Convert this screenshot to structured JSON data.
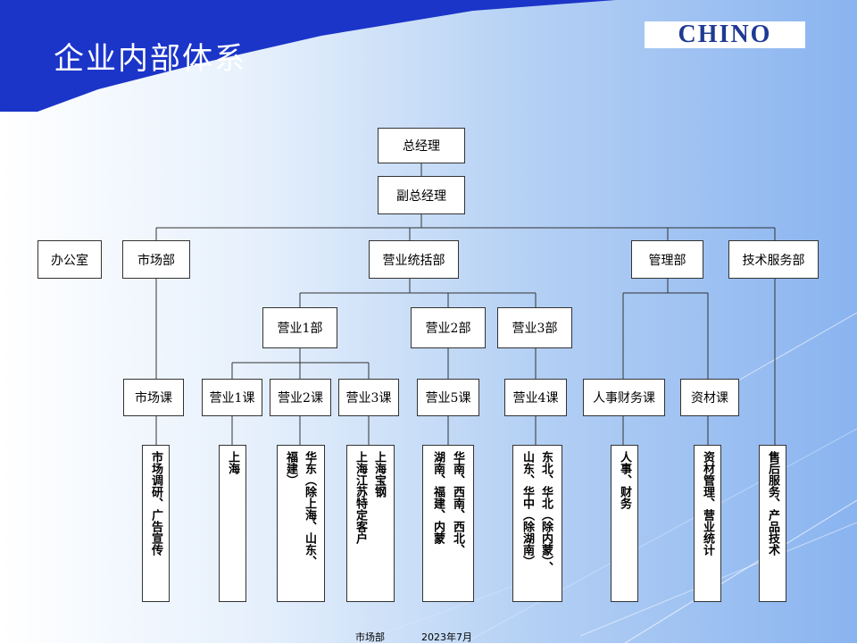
{
  "title": "企业内部体系",
  "logo": "CHINO",
  "colors": {
    "banner": "#1b35c9",
    "logo_text": "#1f3a93",
    "line": "#333333"
  },
  "org": {
    "gm": "总经理",
    "deputy": "副总经理",
    "office": "办公室",
    "marketing": "市场部",
    "sales_hq": "营业统括部",
    "management": "管理部",
    "tech": "技术服务部",
    "sales1": "营业1部",
    "sales2": "营业2部",
    "sales3": "营业3部",
    "market_section": "市场课",
    "s1": "营业1课",
    "s2": "营业2课",
    "s3": "营业3课",
    "s5": "营业5课",
    "s4": "营业4课",
    "hr_finance": "人事财务课",
    "materials": "资材课"
  },
  "duties": {
    "market": [
      "市场调研、广告宣传"
    ],
    "s1": [
      "上海"
    ],
    "s2": [
      "华东（除上海、山东、",
      "福建）"
    ],
    "s3": [
      "上海宝钢",
      "上海江苏特定客户"
    ],
    "s5": [
      "华南、西南、西北、",
      "湖南、福建、内蒙"
    ],
    "s4": [
      "东北、华北（除内蒙）、",
      "山东、华中（除湖南）"
    ],
    "hr": [
      "人事、财务"
    ],
    "materials": [
      "资材管理、营业统计"
    ],
    "tech": [
      "售后服务、产品技术"
    ]
  },
  "footer": {
    "dept": "市场部",
    "date": "2023年7月"
  }
}
